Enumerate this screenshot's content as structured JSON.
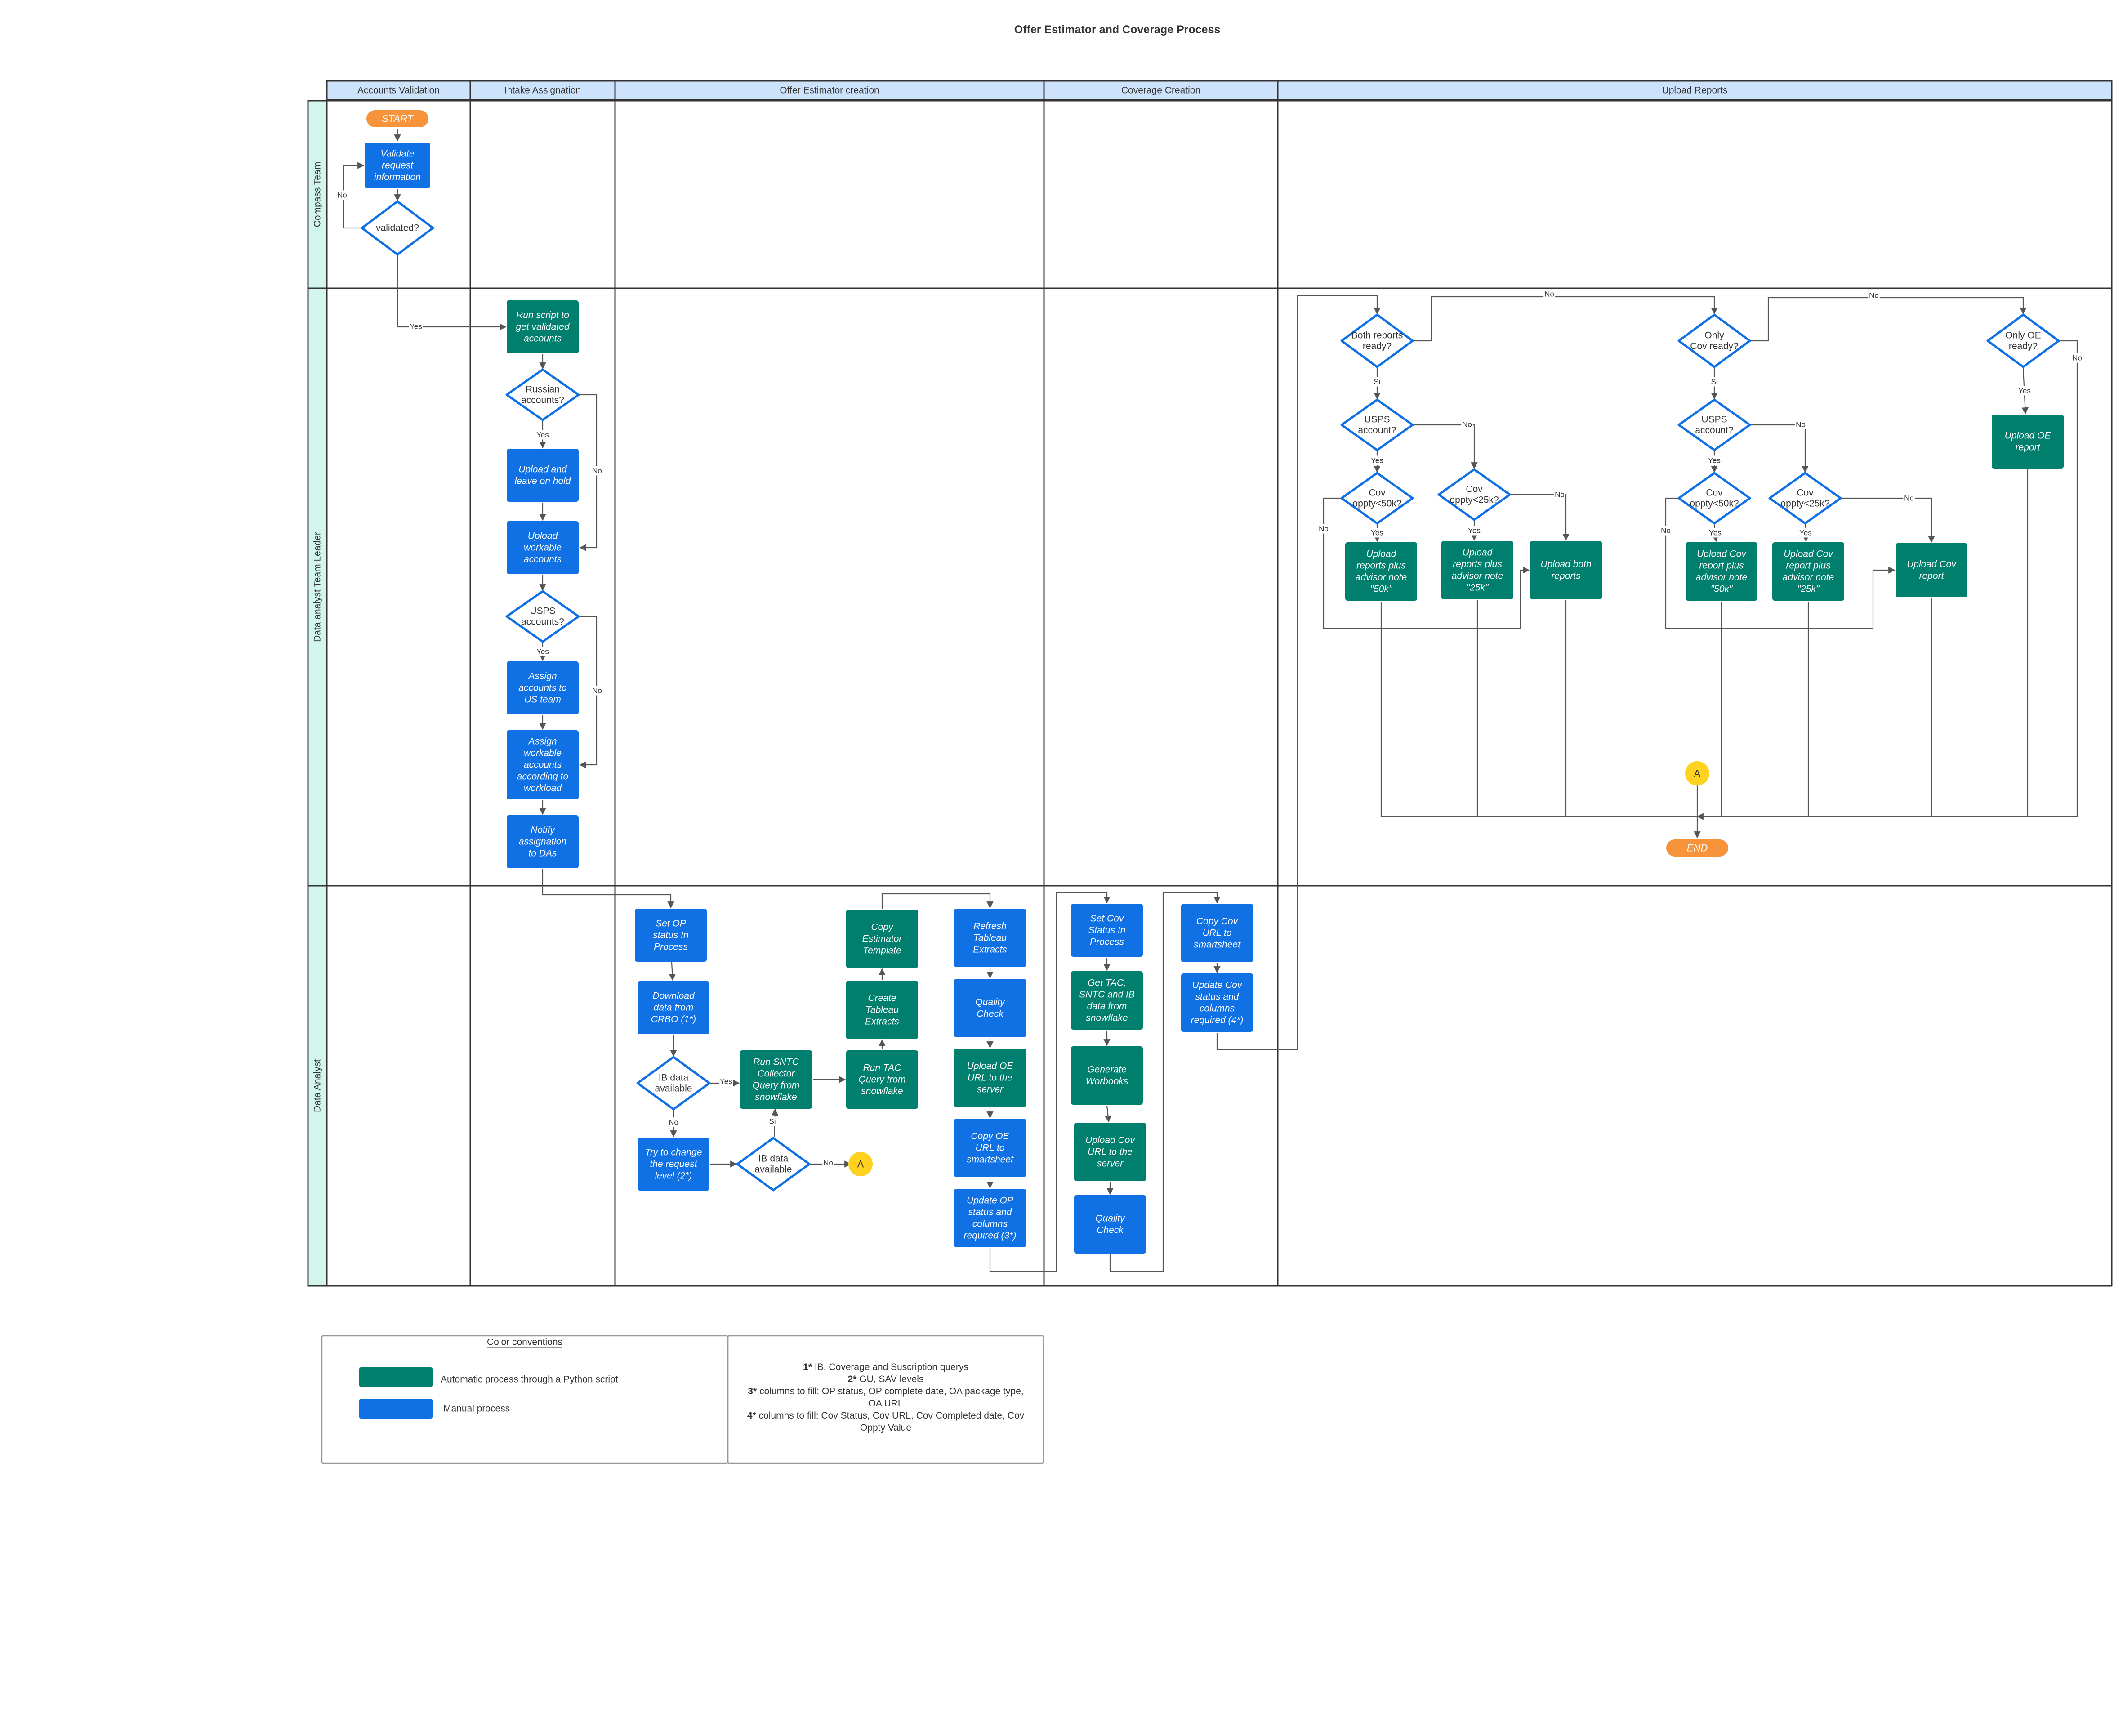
{
  "colors": {
    "automatic": "#007f6e",
    "manual": "#1071e5",
    "decision_border": "#1071e5",
    "terminal": "#f7933a",
    "connector": "#ffd21f",
    "header_fill": "#cde3fb",
    "row_header_fill": "#d2f5ee"
  },
  "title": "Offer Estimator and Coverage Process",
  "columns": [
    "Accounts Validation",
    "Intake Assignation",
    "Offer Estimator creation",
    "Coverage Creation",
    "Upload Reports"
  ],
  "rows": [
    "Compass Team",
    "Data analyst Team Leader",
    "Data Analyst"
  ],
  "nodes": {
    "start": "START",
    "validate": [
      "Validate",
      "request",
      "information"
    ],
    "validated": [
      "validated?"
    ],
    "run_script": [
      "Run script to",
      "get validated",
      "accounts"
    ],
    "russian": [
      "Russian",
      "accounts?"
    ],
    "upload_hold": [
      "Upload and",
      "leave on hold"
    ],
    "upload_workable": [
      "Upload",
      "workable",
      "accounts"
    ],
    "usps_accounts": [
      "USPS",
      "accounts?"
    ],
    "assign_us": [
      "Assign",
      "accounts to",
      "US team"
    ],
    "assign_workable": [
      "Assign",
      "workable",
      "accounts",
      "according to",
      "workload"
    ],
    "notify": [
      "Notify",
      "assignation",
      "to DAs"
    ],
    "set_op": [
      "Set OP",
      "status In",
      "Process"
    ],
    "download": [
      "Download",
      "data from",
      "CRBO (1*)"
    ],
    "ib_data_1": [
      "IB data",
      "available"
    ],
    "try_change": [
      "Try to change",
      "the request",
      "level (2*)"
    ],
    "ib_data_2": [
      "IB data",
      "available"
    ],
    "run_sntc": [
      "Run SNTC",
      "Collector",
      "Query from",
      "snowflake"
    ],
    "run_tac": [
      "Run  TAC",
      "Query from",
      "snowflake"
    ],
    "create_tableau": [
      "Create",
      "Tableau",
      "Extracts"
    ],
    "copy_estimator": [
      "Copy",
      "Estimator",
      "Template"
    ],
    "refresh_tableau": [
      "Refresh",
      "Tableau",
      "Extracts"
    ],
    "quality_check_1": [
      "Quality",
      "Check"
    ],
    "upload_oe_server": [
      "Upload OE",
      "URL to the",
      "server"
    ],
    "copy_oe_smartsheet": [
      "Copy OE",
      "URL to",
      "smartsheet"
    ],
    "update_op": [
      "Update OP",
      "status and",
      "columns",
      "required (3*)"
    ],
    "set_cov": [
      "Set Cov",
      "Status In",
      "Process"
    ],
    "get_tac": [
      "Get TAC,",
      "SNTC and IB",
      "data from",
      "snowflake"
    ],
    "generate_workbooks": [
      "Generate",
      "Worbooks"
    ],
    "upload_cov_server": [
      "Upload Cov",
      "URL to the",
      "server"
    ],
    "quality_check_2": [
      "Quality",
      "Check"
    ],
    "copy_cov_smartsheet": [
      "Copy Cov",
      "URL to",
      "smartsheet"
    ],
    "update_cov": [
      "Update Cov",
      "status and",
      "columns",
      "required (4*)"
    ],
    "both_ready": [
      "Both reports",
      "ready?"
    ],
    "usps_1": [
      "USPS",
      "account?"
    ],
    "cov50_1": [
      "Cov",
      "oppty<50k?"
    ],
    "cov25_1": [
      "Cov",
      "oppty<25k?"
    ],
    "upload_plus_50k": [
      "Upload",
      "reports plus",
      "advisor note",
      "\"50k\""
    ],
    "upload_plus_25k": [
      "Upload",
      "reports plus",
      "advisor note",
      "\"25k\""
    ],
    "upload_both": [
      "Upload both",
      "reports"
    ],
    "only_cov_ready": [
      "Only",
      "Cov ready?"
    ],
    "usps_2": [
      "USPS",
      "account?"
    ],
    "cov50_2": [
      "Cov",
      "oppty<50k?"
    ],
    "cov25_2": [
      "Cov",
      "oppty<25k?"
    ],
    "upload_cov_50k": [
      "Upload Cov",
      "report plus",
      "advisor note",
      "\"50k\""
    ],
    "upload_cov_25k": [
      "Upload Cov",
      "report plus",
      "advisor note",
      "\"25k\""
    ],
    "upload_cov_report": [
      "Upload Cov",
      "report"
    ],
    "only_oe_ready": [
      "Only OE",
      "ready?"
    ],
    "upload_oe_report": [
      "Upload OE",
      "report"
    ],
    "connector_a": "A",
    "end": "END"
  },
  "edge_labels": {
    "yes": "Yes",
    "no": "No",
    "si": "Si"
  },
  "legend": {
    "title": "Color conventions",
    "automatic": "Automatic process through a Python script",
    "manual": "Manual process"
  },
  "notes": [
    {
      "bold": "1*",
      "text": " IB, Coverage and Suscription querys"
    },
    {
      "bold": "2*",
      "text": " GU, SAV levels"
    },
    {
      "bold": "3*",
      "text": "  columns to fill: OP status, OP complete date, OA package type,"
    },
    {
      "bold": "",
      "text": "OA URL"
    },
    {
      "bold": "4*",
      "text": " columns to fill: Cov Status, Cov URL, Cov Completed date, Cov"
    },
    {
      "bold": "",
      "text": "Oppty Value"
    }
  ]
}
